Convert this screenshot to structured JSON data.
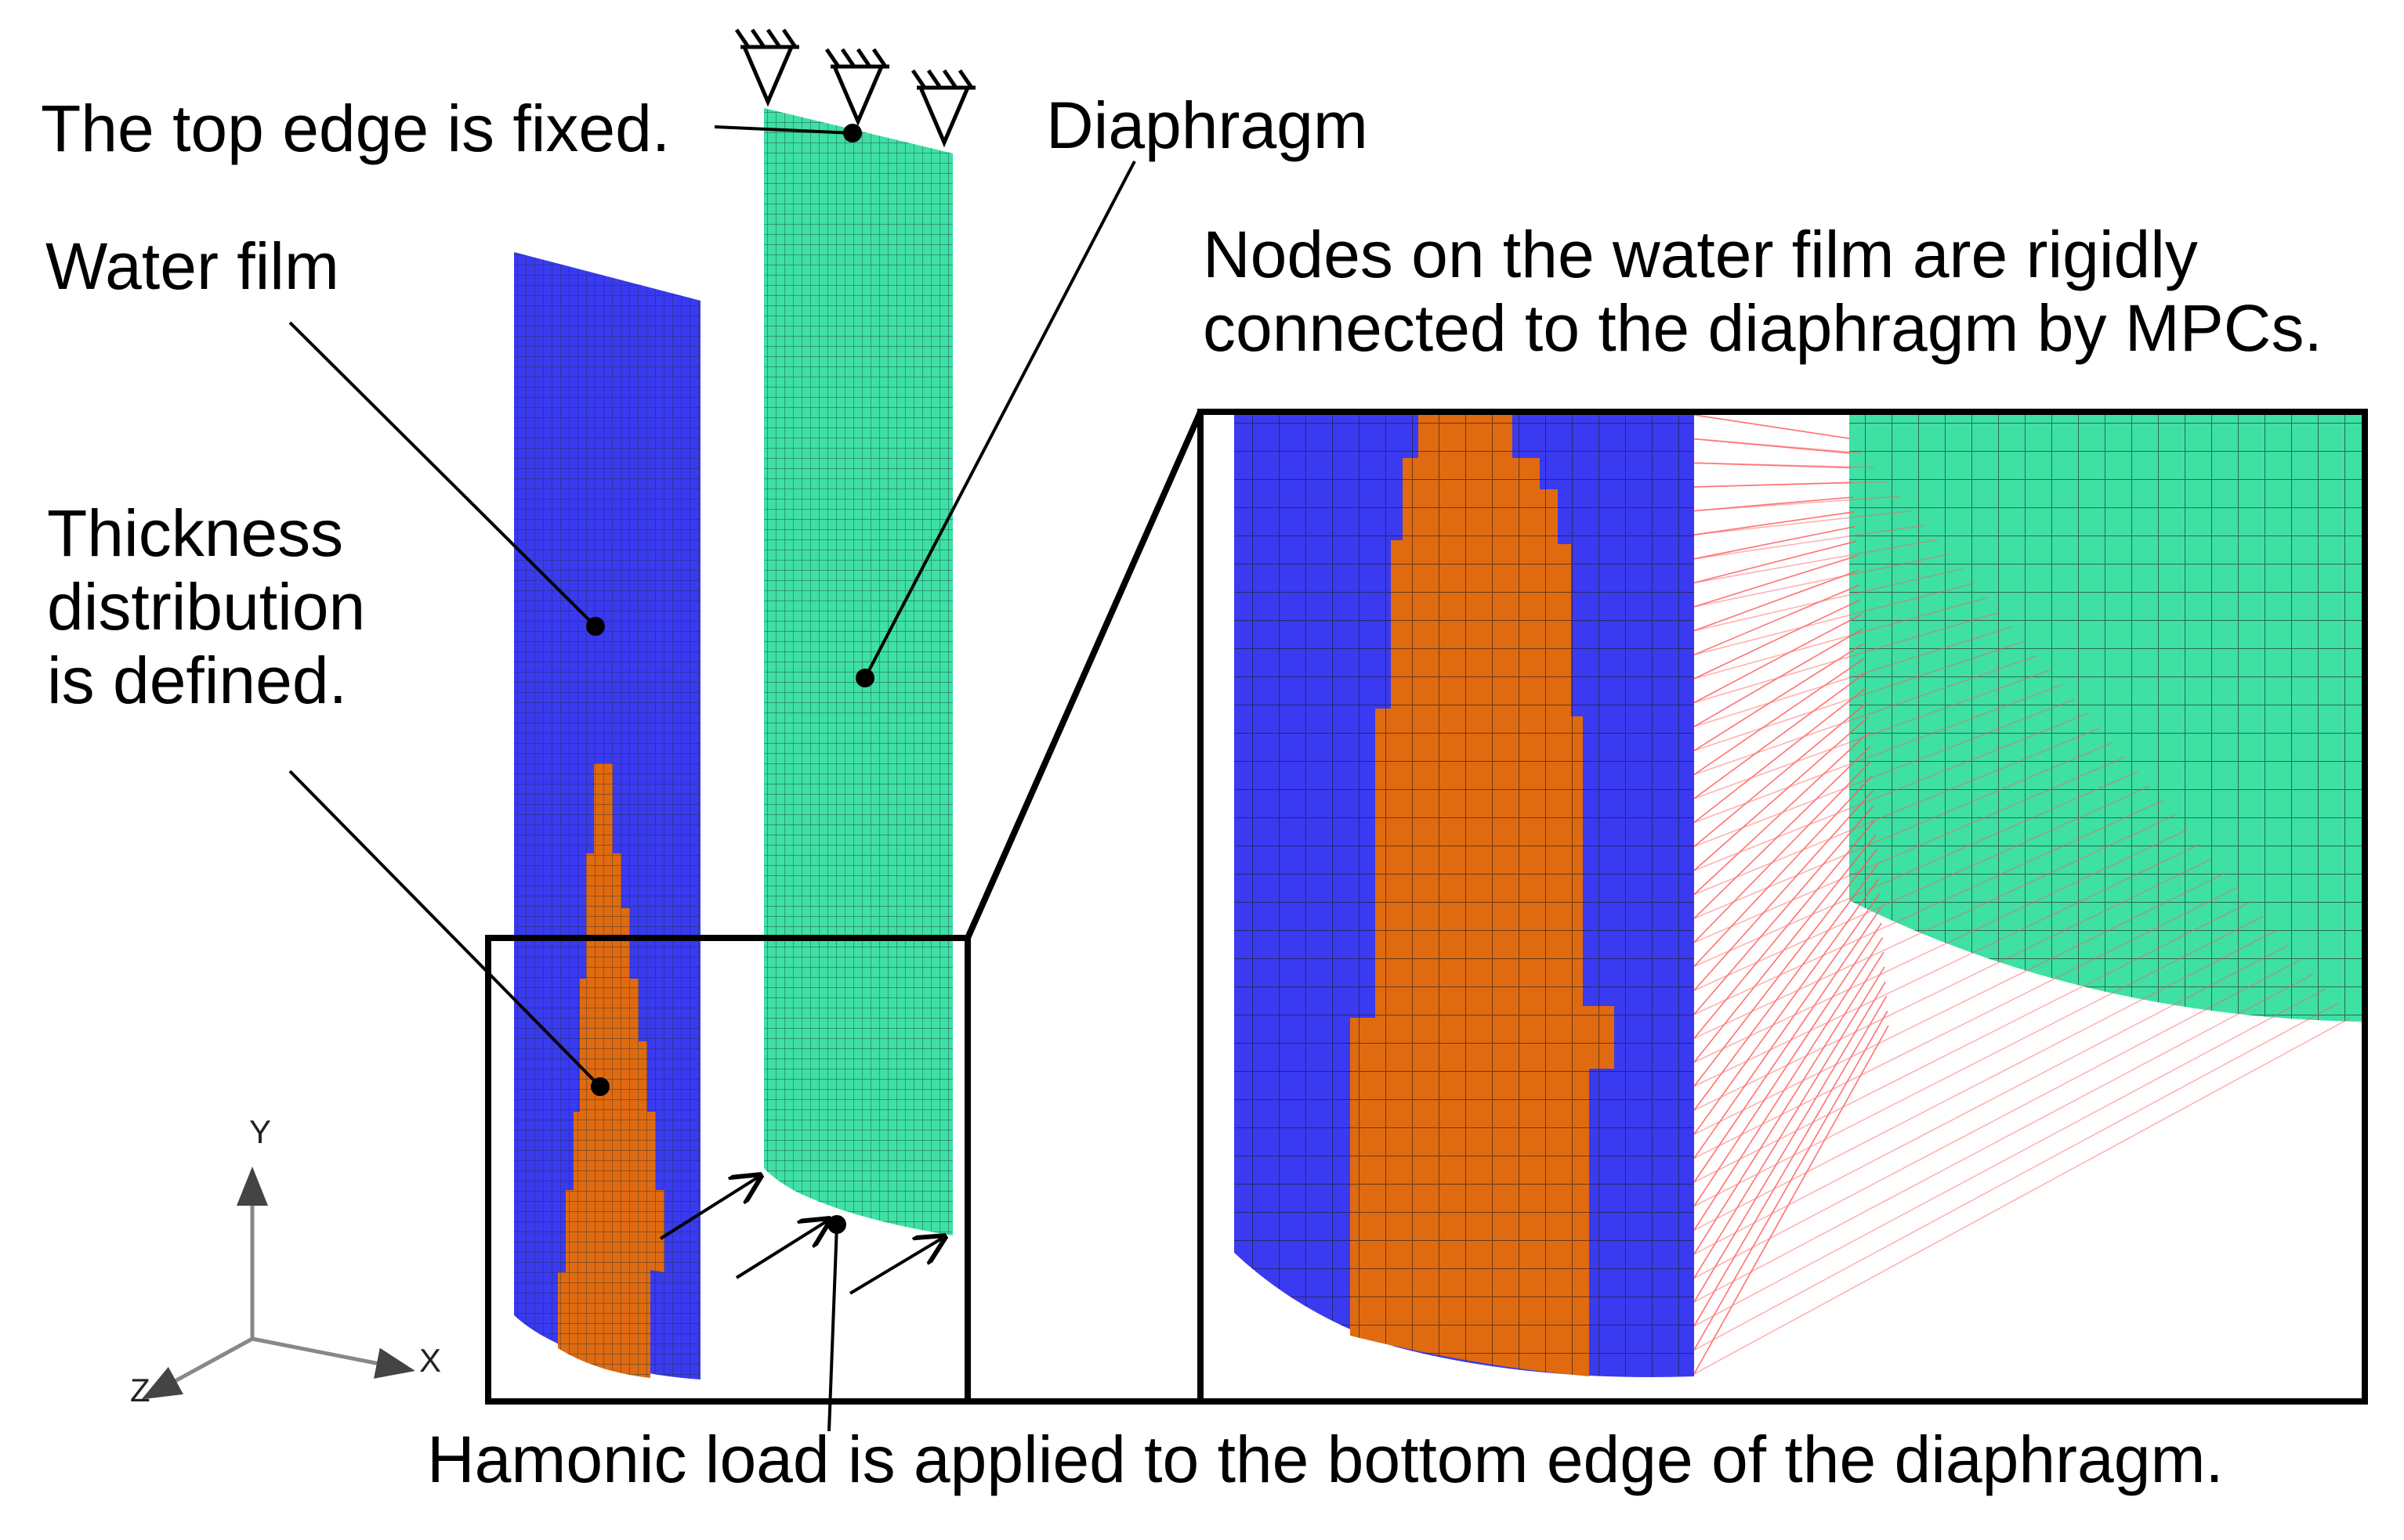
{
  "labels": {
    "fixed": "The top edge is fixed.",
    "diaphragm": "Diaphragm",
    "water_film": "Water film",
    "thickness": "Thickness\ndistribution\nis defined.",
    "mpc": "Nodes on the water film are rigidly\nconnected to the diaphragm by MPCs.",
    "load": "Hamonic load is applied to the bottom edge of the diaphragm."
  },
  "axes": {
    "y": "Y",
    "x": "X",
    "z": "Z"
  },
  "colors": {
    "water_film": "#3a3af0",
    "thickness_region": "#e06a10",
    "diaphragm": "#3ee0a4",
    "mpc_lines": "#ff5a5a",
    "mesh_line": "#1a1a1a",
    "frame": "#000000"
  },
  "icons": {
    "fixed_support": "fixed-support-icon",
    "load_arrow": "arrow-icon"
  }
}
